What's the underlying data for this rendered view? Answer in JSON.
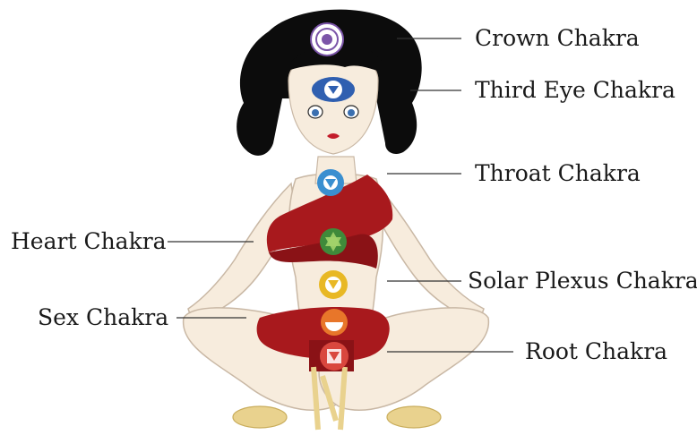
{
  "labels": {
    "crown": "Crown Chakra",
    "third_eye": "Third Eye Chakra",
    "throat": "Throat Chakra",
    "heart": "Heart Chakra",
    "solar_plexus": "Solar Plexus Chakra",
    "sex": "Sex Chakra",
    "root": "Root Chakra"
  },
  "colors": {
    "crown": "#7b55a8",
    "third_eye": "#2f5fb0",
    "throat": "#3a8fd0",
    "heart": "#3f8a3a",
    "solar_plexus": "#e8b825",
    "sex": "#e8762a",
    "root": "#d9473e",
    "hair": "#0c0c0c",
    "skin": "#f7ecdd",
    "cloth": "#a8191d",
    "shoes": "#e9d28e"
  }
}
